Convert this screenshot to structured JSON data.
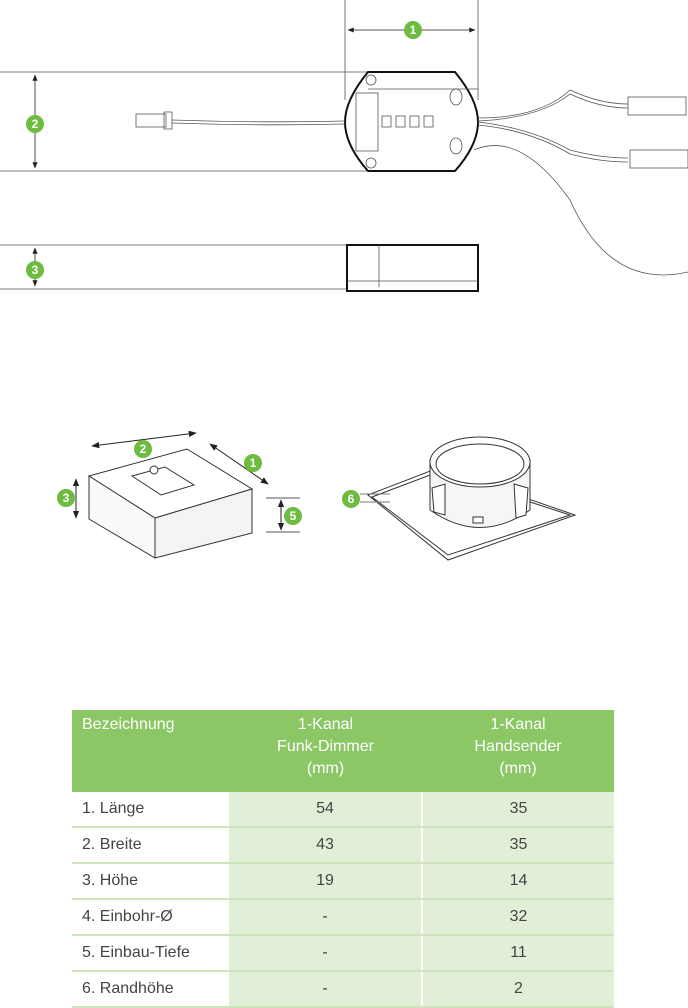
{
  "markers": {
    "m1": "1",
    "m2": "2",
    "m3": "3",
    "m5": "5",
    "m6": "6"
  },
  "colors": {
    "accent": "#8cc765",
    "cell": "#e1efd8",
    "marker": "#6dbb3f"
  },
  "table": {
    "headers": [
      {
        "line1": "Bezeichnung",
        "line2": "",
        "line3": ""
      },
      {
        "line1": "1-Kanal",
        "line2": "Funk-Dimmer",
        "line3": "(mm)"
      },
      {
        "line1": "1-Kanal",
        "line2": "Handsender",
        "line3": "(mm)"
      }
    ],
    "rows": [
      {
        "label": "1. Länge",
        "dimmer": "54",
        "sender": "35"
      },
      {
        "label": "2. Breite",
        "dimmer": "43",
        "sender": "35"
      },
      {
        "label": "3. Höhe",
        "dimmer": "19",
        "sender": "14"
      },
      {
        "label": "4. Einbohr-Ø",
        "dimmer": "-",
        "sender": "32"
      },
      {
        "label": "5. Einbau-Tiefe",
        "dimmer": "-",
        "sender": "11"
      },
      {
        "label": "6. Randhöhe",
        "dimmer": "-",
        "sender": "2"
      }
    ]
  }
}
